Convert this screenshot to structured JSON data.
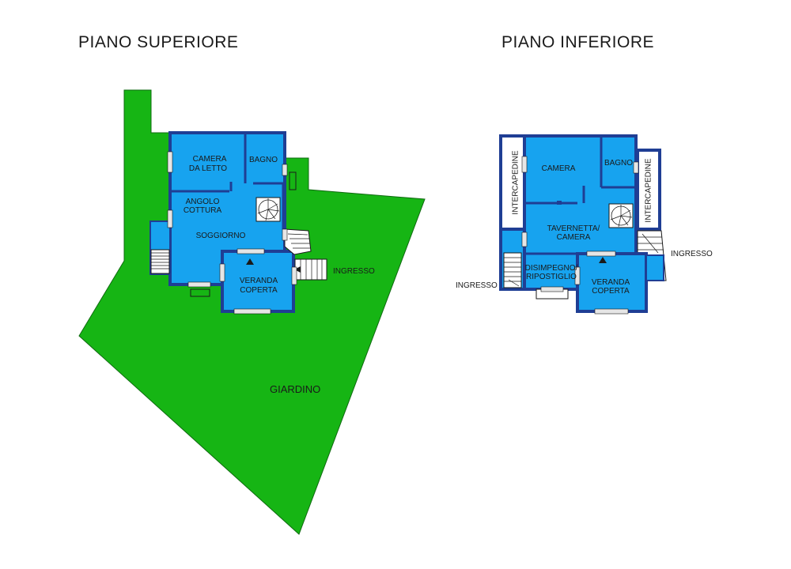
{
  "titles": {
    "upper": "PIANO SUPERIORE",
    "lower": "PIANO INFERIORE"
  },
  "colors": {
    "garden": "#16b514",
    "room": "#17a3ef",
    "wall": "#1f3e94",
    "window": "#e6e6e6"
  },
  "upper": {
    "rooms": {
      "camera_line1": "CAMERA",
      "camera_line2": "DA LETTO",
      "bagno": "BAGNO",
      "angolo_line1": "ANGOLO",
      "angolo_line2": "COTTURA",
      "soggiorno": "SOGGIORNO",
      "veranda_line1": "VERANDA",
      "veranda_line2": "COPERTA"
    },
    "ingresso": "INGRESSO",
    "giardino": "GIARDINO"
  },
  "lower": {
    "rooms": {
      "intercapedine_left": "INTERCAPEDINE",
      "intercapedine_right": "INTERCAPEDINE",
      "camera": "CAMERA",
      "bagno": "BAGNO",
      "tavernetta_line1": "TAVERNETTA/",
      "tavernetta_line2": "CAMERA",
      "disimpegno_line1": "DISIMPEGNO/",
      "disimpegno_line2": "RIPOSTIGLIO",
      "veranda_line1": "VERANDA",
      "veranda_line2": "COPERTA"
    },
    "ingresso_left": "INGRESSO",
    "ingresso_right": "INGRESSO"
  }
}
